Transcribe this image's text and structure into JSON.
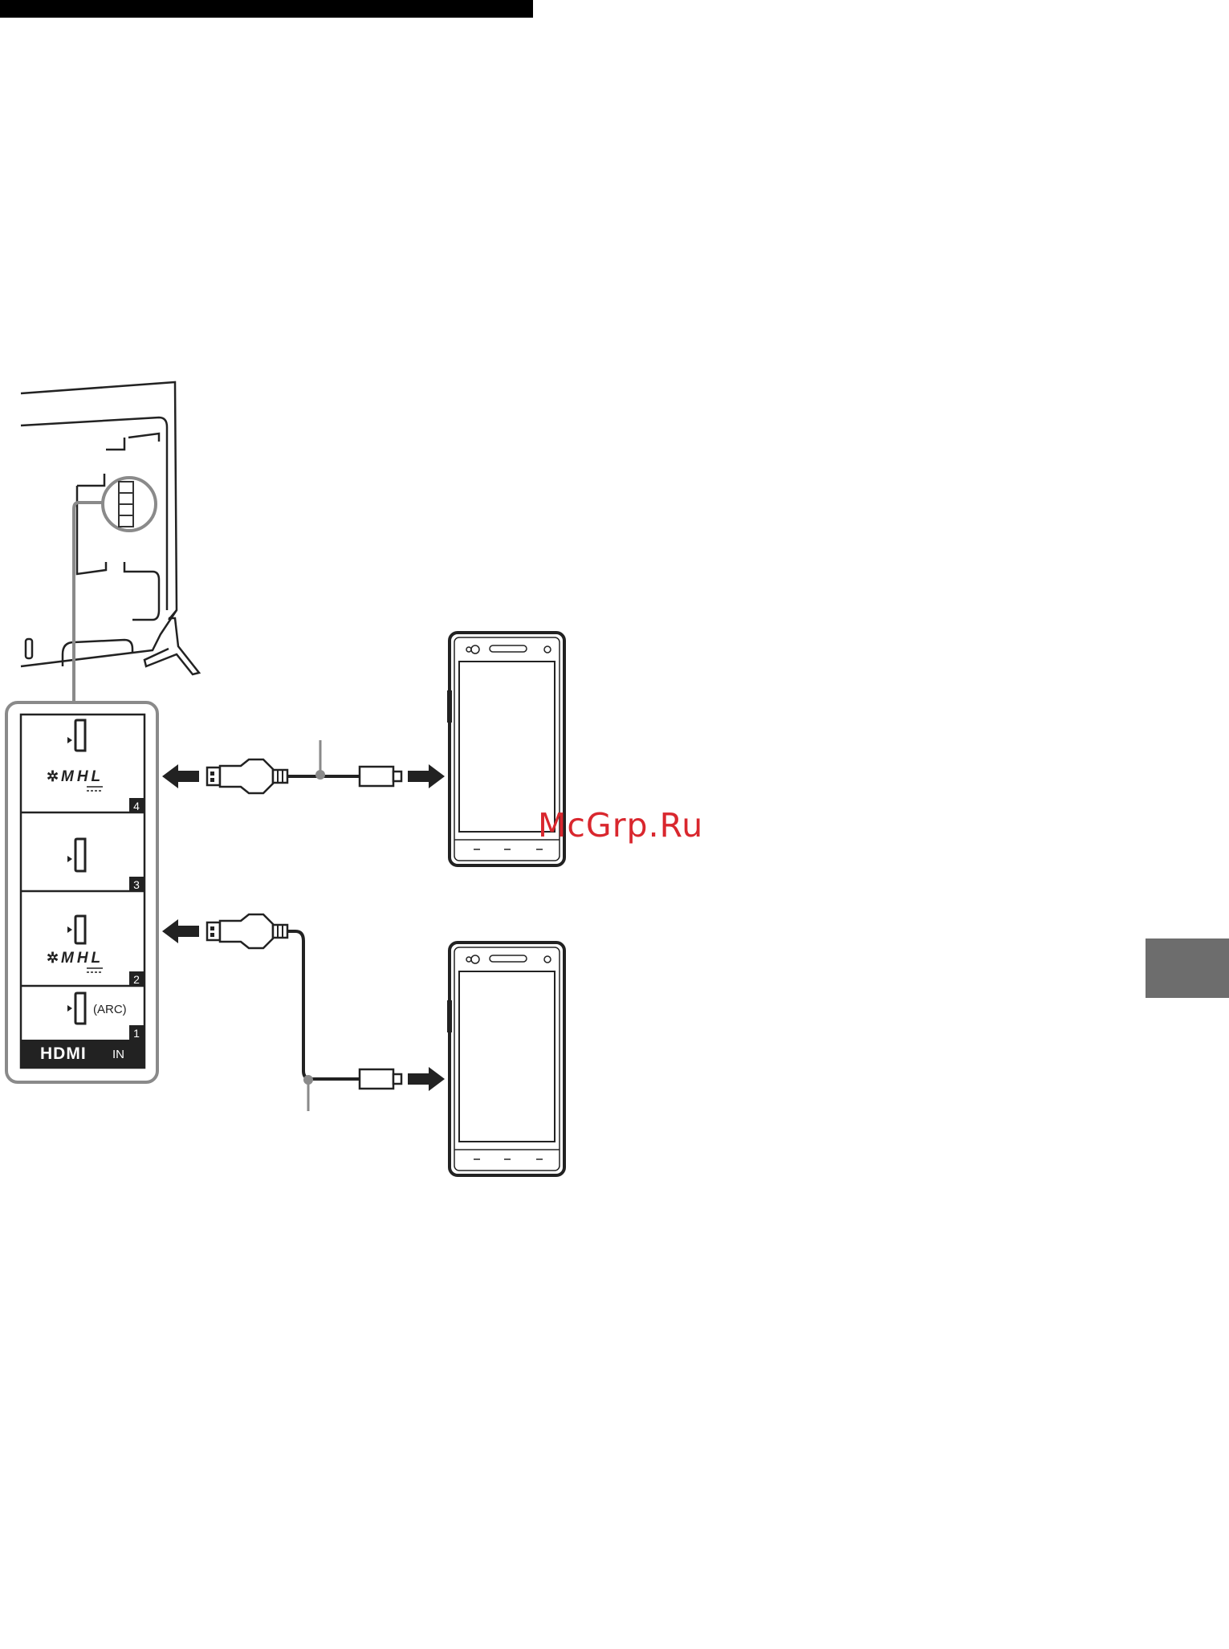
{
  "watermark": "McGrp.Ru",
  "hdmi_panel": {
    "logo": "HDMI",
    "logo_suffix": "IN",
    "ports": [
      {
        "number": "4",
        "mhl_label": "MHL",
        "has_mhl": true,
        "note": ""
      },
      {
        "number": "3",
        "mhl_label": "",
        "has_mhl": false,
        "note": ""
      },
      {
        "number": "2",
        "mhl_label": "MHL",
        "has_mhl": true,
        "note": ""
      },
      {
        "number": "1",
        "mhl_label": "",
        "has_mhl": false,
        "note": "(ARC)"
      }
    ]
  },
  "icons": [
    "tv-rear-icon",
    "hdmi-port-icon",
    "mhl-cable-icon",
    "smartphone-icon",
    "arrow-left-icon",
    "arrow-right-icon"
  ],
  "colors": {
    "watermark": "#d9272e",
    "side_tab": "#6d6d6d",
    "panel_border": "#8a8a8a"
  }
}
